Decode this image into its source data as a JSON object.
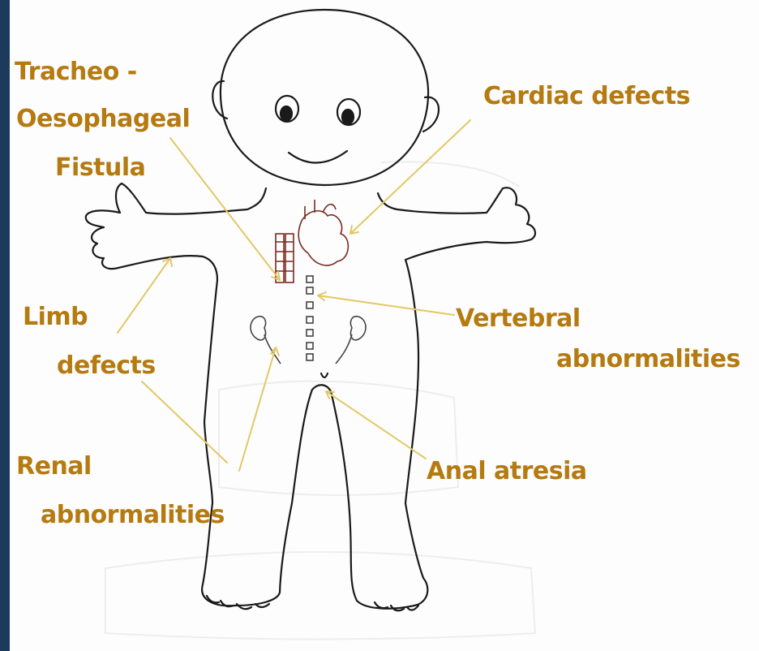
{
  "colors": {
    "label_text": "#b57a10",
    "pointer_line": "#e3c766",
    "outline": "#1a1a1a",
    "border": "#1c3a5c",
    "background": "#fdfdfd"
  },
  "labels": {
    "tof_line1": "Tracheo -",
    "tof_line2": "Oesophageal",
    "tof_line3": "Fistula",
    "cardiac": "Cardiac defects",
    "limb_line1": "Limb",
    "limb_line2": "defects",
    "vertebral_line1": "Vertebral",
    "vertebral_line2": "abnormalities",
    "renal_line1": "Renal",
    "renal_line2": "abnormalities",
    "anal": "Anal atresia"
  }
}
